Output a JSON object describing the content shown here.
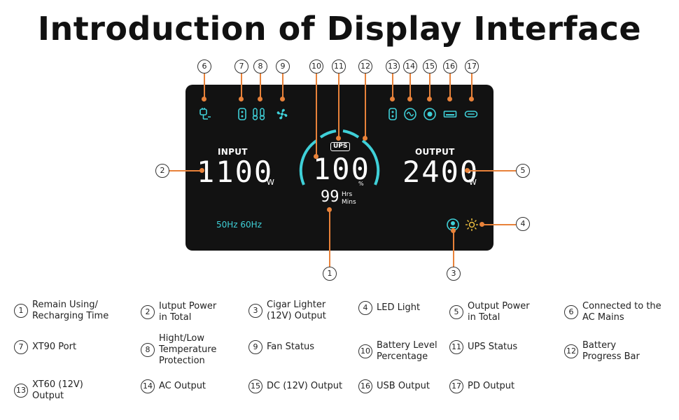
{
  "title": "Introduction of Display Interface",
  "display": {
    "input_label": "INPUT",
    "input_value": "1100",
    "input_unit": "W",
    "output_label": "OUTPUT",
    "output_value": "2400",
    "output_unit": "W",
    "battery_value": "100",
    "battery_unit": "%",
    "ups_label": "UPS",
    "time_value": "99",
    "time_unit_hrs": "Hrs",
    "time_unit_mins": "Mins",
    "frequency": "50Hz 60Hz"
  },
  "callouts": [
    "1",
    "2",
    "3",
    "4",
    "5",
    "6",
    "7",
    "8",
    "9",
    "10",
    "11",
    "12",
    "13",
    "14",
    "15",
    "16",
    "17"
  ],
  "legend": [
    {
      "num": "1",
      "text": "Remain Using/\nRecharging Time"
    },
    {
      "num": "2",
      "text": "Iutput Power\nin Total"
    },
    {
      "num": "3",
      "text": "Cigar Lighter\n(12V) Output"
    },
    {
      "num": "4",
      "text": "LED Light"
    },
    {
      "num": "5",
      "text": "Output Power\nin Total"
    },
    {
      "num": "6",
      "text": "Connected to the\nAC Mains"
    },
    {
      "num": "7",
      "text": "XT90 Port"
    },
    {
      "num": "8",
      "text": "Hight/Low\nTemperature\nProtection"
    },
    {
      "num": "9",
      "text": "Fan Status"
    },
    {
      "num": "10",
      "text": "Battery Level\nPercentage"
    },
    {
      "num": "11",
      "text": "UPS Status"
    },
    {
      "num": "12",
      "text": "Battery\nProgress Bar"
    },
    {
      "num": "13",
      "text": "XT60 (12V)\nOutput"
    },
    {
      "num": "14",
      "text": "AC Output"
    },
    {
      "num": "15",
      "text": "DC (12V) Output"
    },
    {
      "num": "16",
      "text": "USB Output"
    },
    {
      "num": "17",
      "text": "PD Output"
    }
  ],
  "colors": {
    "accent": "#e8823a",
    "lcd_cyan": "#3fd0d8",
    "panel": "#121212"
  }
}
